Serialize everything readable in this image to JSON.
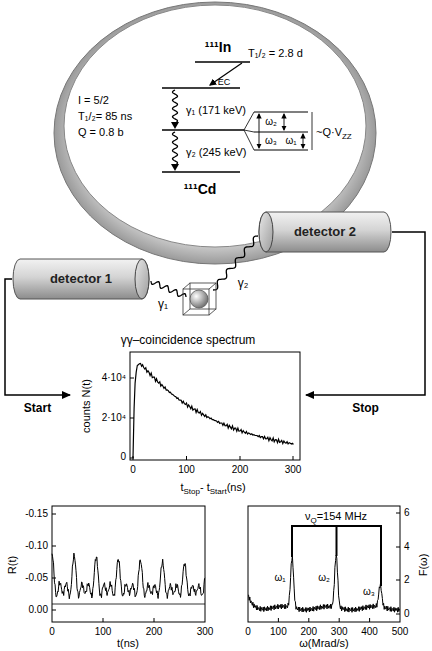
{
  "diagram": {
    "nodes": [
      {
        "text": [
          "detector 1"
        ]
      },
      {
        "text": [
          "detector 2"
        ]
      },
      {
        "text": [
          "γγ–coincidence spectrum"
        ]
      }
    ],
    "edges": [
      {
        "from": 0,
        "to": 2,
        "arrow": "to",
        "label": "Start"
      },
      {
        "from": 1,
        "to": 2,
        "arrow": "to",
        "label": "Stop"
      }
    ],
    "labels": [
      "¹¹¹In",
      "T₁/₂ = 2.8 d",
      "EC",
      "I = 5/2",
      "T₁/₂= 85 ns",
      "Q = 0.8 b",
      "γ₁ (171 keV)",
      "γ₂ (245 keV)",
      "¹¹¹Cd",
      "ω₃",
      "ω₂",
      "ω₁",
      "~Q·V",
      "ZZ",
      "γ₁",
      "γ₂",
      "counts N(t)",
      "4·10⁴",
      "2·10⁴",
      "0",
      "0",
      "100",
      "200",
      "300",
      "t",
      "Stop",
      "- t",
      "Start",
      "(ns)",
      "R(t)",
      "-0.15",
      "-0.10",
      "-0.05",
      "0.00",
      "0",
      "100",
      "200",
      "300",
      "t(ns)",
      "F(ω)",
      "6",
      "4",
      "2",
      "0",
      "0",
      "100",
      "200",
      "300",
      "400",
      "500",
      "ω(Mrad/s)",
      "ν",
      "Q",
      "=154 MHz",
      "ω₁",
      "ω₂",
      "ω₃"
    ]
  }
}
